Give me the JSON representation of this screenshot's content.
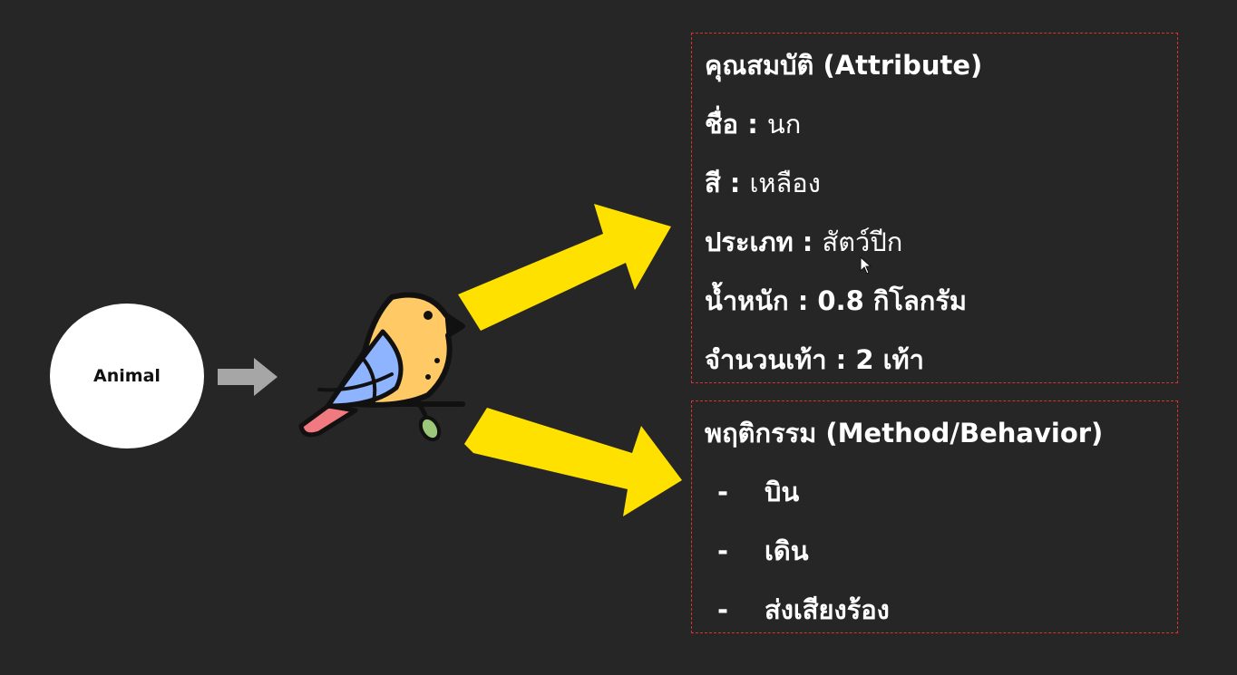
{
  "animal": {
    "label": "Animal"
  },
  "attribute_box": {
    "title": "คุณสมบัติ (Attribute)",
    "rows": [
      {
        "key": "ชื่อ : ",
        "value": "นก"
      },
      {
        "key": "สี : ",
        "value": "เหลือง"
      },
      {
        "key": "ประเภท : ",
        "value": "สัตว์ปีก"
      },
      {
        "key": "น้ำหนัก : ",
        "value": "0.8 กิโลกรัม"
      },
      {
        "key": "จำนวนเท้า : ",
        "value": "2 เท้า"
      }
    ]
  },
  "method_box": {
    "title": "พฤติกรรม (Method/Behavior)",
    "items": [
      {
        "dash": "-",
        "label": "บิน"
      },
      {
        "dash": "-",
        "label": "เดิน"
      },
      {
        "dash": "-",
        "label": "ส่งเสียงร้อง"
      }
    ]
  },
  "icons": {
    "bird": "bird-icon",
    "arrow_small": "gray-arrow-icon",
    "arrow_big": "yellow-arrow-icon",
    "cursor": "mouse-cursor-icon"
  },
  "colors": {
    "background": "#262626",
    "arrow_yellow": "#ffe100",
    "arrow_gray": "#a6a6a6",
    "box_border": "#d9342b",
    "text": "#ffffff"
  }
}
